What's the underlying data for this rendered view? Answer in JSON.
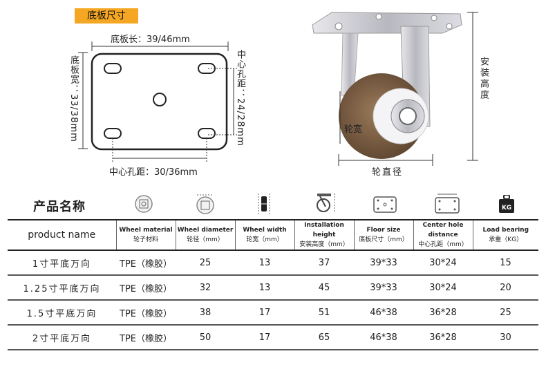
{
  "diagram": {
    "tag_label": "底板尺寸",
    "length_label": "底板长：39/46mm",
    "width_label": "底板宽：33/38mm",
    "hole_y_label": "中心孔距：24/28mm",
    "hole_x_label": "中心孔距：30/36mm"
  },
  "caster": {
    "height_label": "安装高度",
    "wheel_width_label": "轮宽",
    "diameter_label": "轮直径"
  },
  "header": {
    "title": "产品名称",
    "kg_icon_text": "KG"
  },
  "table": {
    "product_name_header": "product name",
    "columns": [
      {
        "en": "Wheel material",
        "cn": "轮子材料"
      },
      {
        "en": "Wheel diameter",
        "cn": "轮径（mm）"
      },
      {
        "en": "Wheel width",
        "cn": "轮宽（mm）"
      },
      {
        "en": "Installation height",
        "cn": "安装高度（mm）"
      },
      {
        "en": "Floor size",
        "cn": "底板尺寸（mm）"
      },
      {
        "en": "Center hole distance",
        "cn": "中心孔距（mm）"
      },
      {
        "en": "Load bearing",
        "cn": "承重（KG）"
      }
    ],
    "rows": [
      [
        "1寸平底万向",
        "TPE（橡胶）",
        "25",
        "13",
        "37",
        "39*33",
        "30*24",
        "15"
      ],
      [
        "1.25寸平底万向",
        "TPE（橡胶）",
        "32",
        "13",
        "45",
        "39*33",
        "30*24",
        "20"
      ],
      [
        "1.5寸平底万向",
        "TPE（橡胶）",
        "38",
        "17",
        "51",
        "46*38",
        "36*28",
        "25"
      ],
      [
        "2寸平底万向",
        "TPE（橡胶）",
        "50",
        "17",
        "65",
        "46*38",
        "36*28",
        "30"
      ]
    ]
  },
  "colors": {
    "tag": "#f5a623",
    "wheel": "#7a5a3e",
    "hub": "#d9d9e3",
    "plate": "#c9c9cf"
  }
}
